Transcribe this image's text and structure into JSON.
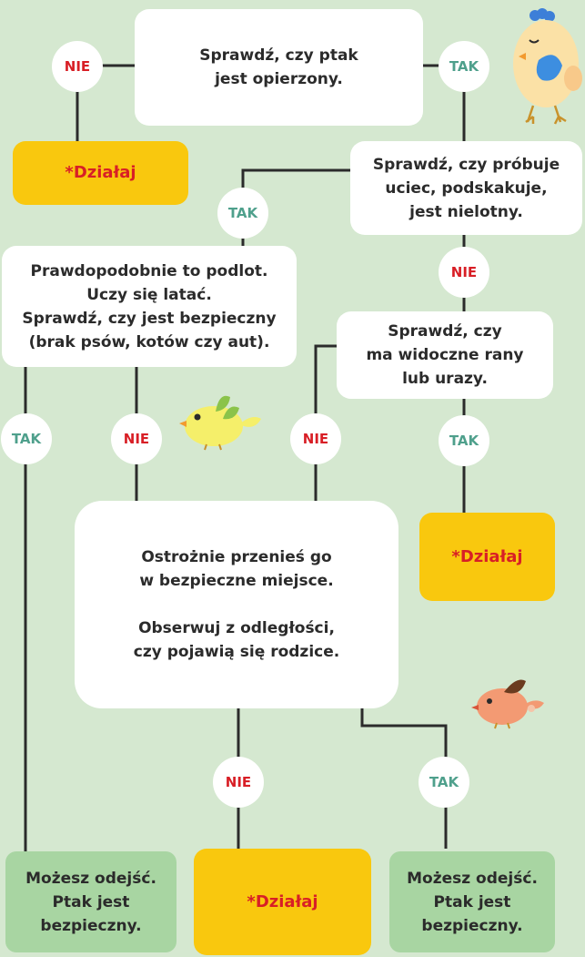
{
  "colors": {
    "background": "#d5e8d0",
    "action_box": "#f9c80e",
    "action_text": "#d81f26",
    "safe_box": "#a8d5a2",
    "nie_label": "#d81f26",
    "tak_label": "#4fa08c"
  },
  "nodes": {
    "q_feathered": "Sprawdź, czy ptak\njest opierzony.",
    "action_1": "*Działaj",
    "q_flee": "Sprawdź, czy próbuje\nuciec, podskakuje,\njest nielotny.",
    "fledgling": "Prawdopodobnie to podlot.\nUczy się latać.\nSprawdź, czy jest bezpieczny\n(brak psów, kotów czy aut).",
    "q_wounds": "Sprawdź, czy\nma widoczne rany\nlub urazy.",
    "action_2": "*Działaj",
    "move_observe": "Ostrożnie przenieś go\nw bezpieczne miejsce.\n\nObserwuj z odległości,\nczy pojawią się rodzice.",
    "safe_1": "Możesz odejść.\nPtak jest\nbezpieczny.",
    "action_3": "*Działaj",
    "safe_2": "Możesz odejść.\nPtak jest\nbezpieczny."
  },
  "badges": {
    "b1": "NIE",
    "b2": "TAK",
    "b3": "TAK",
    "b4": "NIE",
    "b5": "TAK",
    "b6": "NIE",
    "b7": "NIE",
    "b8": "TAK",
    "b9": "NIE",
    "b10": "TAK"
  },
  "icons": [
    "chick-icon",
    "yellow-bird-icon",
    "orange-bird-icon"
  ]
}
